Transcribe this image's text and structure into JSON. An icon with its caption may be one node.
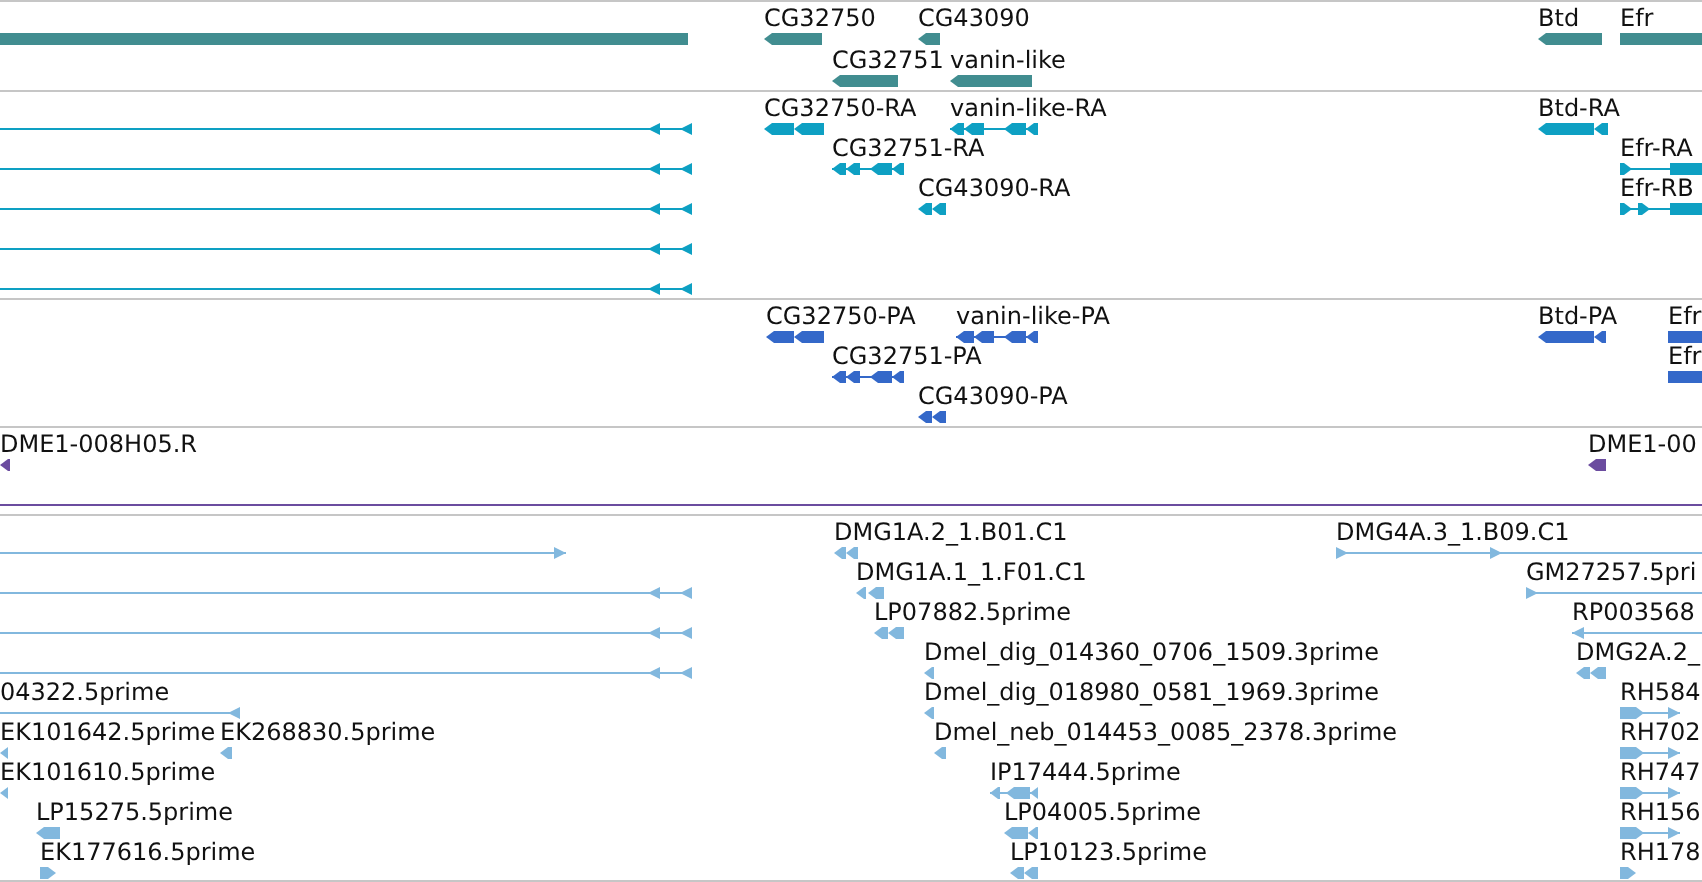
{
  "diagram": {
    "nodes": [
      {
        "text": [],
        "shape": "bar"
      },
      {
        "text": [
          "CG32750"
        ]
      },
      {
        "text": [
          "CG43090"
        ]
      },
      {
        "text": [
          "Btd"
        ]
      },
      {
        "text": [
          "Efr"
        ]
      },
      {
        "text": [
          "CG32751"
        ]
      },
      {
        "text": [
          "vanin-like"
        ]
      },
      {
        "text": [],
        "shape": "line"
      },
      {
        "text": [
          "CG32750-RA"
        ]
      },
      {
        "text": [
          "vanin-like-RA"
        ]
      },
      {
        "text": [
          "Btd-RA"
        ]
      },
      {
        "text": [],
        "shape": "line"
      },
      {
        "text": [
          "CG32751-RA"
        ]
      },
      {
        "text": [
          "Efr-RA"
        ]
      },
      {
        "text": [],
        "shape": "line"
      },
      {
        "text": [
          "CG43090-RA"
        ]
      },
      {
        "text": [
          "Efr-RB"
        ]
      },
      {
        "text": [],
        "shape": "line"
      },
      {
        "text": [],
        "shape": "line"
      },
      {
        "text": [
          "CG32750-PA"
        ]
      },
      {
        "text": [
          "vanin-like-PA"
        ]
      },
      {
        "text": [
          "Btd-PA"
        ]
      },
      {
        "text": [
          "Efr"
        ]
      },
      {
        "text": [
          "CG32751-PA"
        ]
      },
      {
        "text": [
          "Efr"
        ]
      },
      {
        "text": [
          "CG43090-PA"
        ]
      },
      {
        "text": [
          "DME1-008H05.R"
        ]
      },
      {
        "text": [
          "DME1-00"
        ]
      },
      {
        "text": [],
        "shape": "line"
      },
      {
        "text": [
          "DMG1A.2_1.B01.C1"
        ]
      },
      {
        "text": [
          "DMG4A.3_1.B09.C1"
        ]
      },
      {
        "text": [],
        "shape": "line"
      },
      {
        "text": [
          "DMG1A.1_1.F01.C1"
        ]
      },
      {
        "text": [
          "GM27257.5pri"
        ]
      },
      {
        "text": [],
        "shape": "line"
      },
      {
        "text": [
          "LP07882.5prime"
        ]
      },
      {
        "text": [
          "RP003568"
        ]
      },
      {
        "text": [],
        "shape": "line"
      },
      {
        "text": [
          "Dmel_dig_014360_0706_1509.3prime"
        ]
      },
      {
        "text": [
          "DMG2A.2_"
        ]
      },
      {
        "text": [
          "04322.5prime"
        ]
      },
      {
        "text": [
          "Dmel_dig_018980_0581_1969.3prime"
        ]
      },
      {
        "text": [
          "RH584"
        ]
      },
      {
        "text": [
          "EK101642.5prime"
        ]
      },
      {
        "text": [
          "EK268830.5prime"
        ]
      },
      {
        "text": [
          "Dmel_neb_014453_0085_2378.3prime"
        ]
      },
      {
        "text": [
          "RH702"
        ]
      },
      {
        "text": [
          "EK101610.5prime"
        ]
      },
      {
        "text": [
          "IP17444.5prime"
        ]
      },
      {
        "text": [
          "RH747"
        ]
      },
      {
        "text": [
          "LP15275.5prime"
        ]
      },
      {
        "text": [
          "LP04005.5prime"
        ]
      },
      {
        "text": [
          "RH156"
        ]
      },
      {
        "text": [
          "EK177616.5prime"
        ]
      },
      {
        "text": [
          "LP10123.5prime"
        ]
      },
      {
        "text": [
          "RH178"
        ]
      }
    ]
  }
}
